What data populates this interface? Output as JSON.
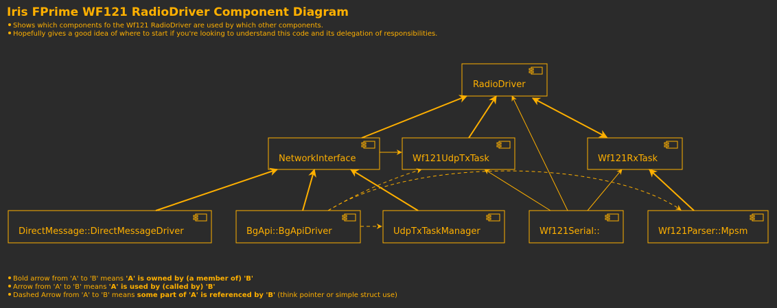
{
  "title": "Iris FPrime WF121 RadioDriver Component Diagram",
  "header_notes": [
    "Shows which components fo the Wf121 RadioDriver are used by which other components.",
    "Hopefully gives a good idea of where to start if you're looking to understand this code and its delegation of responsibilities."
  ],
  "legend": [
    {
      "before": "Bold arrow from 'A' to 'B' means ",
      "bold": "'A' is owned by (a member of) 'B'",
      "after": ""
    },
    {
      "before": "Arrow from 'A' to 'B' means ",
      "bold": "'A' is used by (called by) 'B'",
      "after": ""
    },
    {
      "before": "Dashed Arrow from 'A' to 'B' means ",
      "bold": "some part of 'A' is referenced by 'B'",
      "after": " (think pointer or simple struct use)"
    }
  ],
  "components": {
    "radio": "RadioDriver",
    "net": "NetworkInterface",
    "udptx": "Wf121UdpTxTask",
    "rx": "Wf121RxTask",
    "dm": "DirectMessage::DirectMessageDriver",
    "bg": "BgApi::BgApiDriver",
    "mgr": "UdpTxTaskManager",
    "serial": "Wf121Serial::",
    "parser": "Wf121Parser::Mpsm"
  },
  "colors": {
    "background": "#2b2b2b",
    "accent": "#ffb000"
  }
}
